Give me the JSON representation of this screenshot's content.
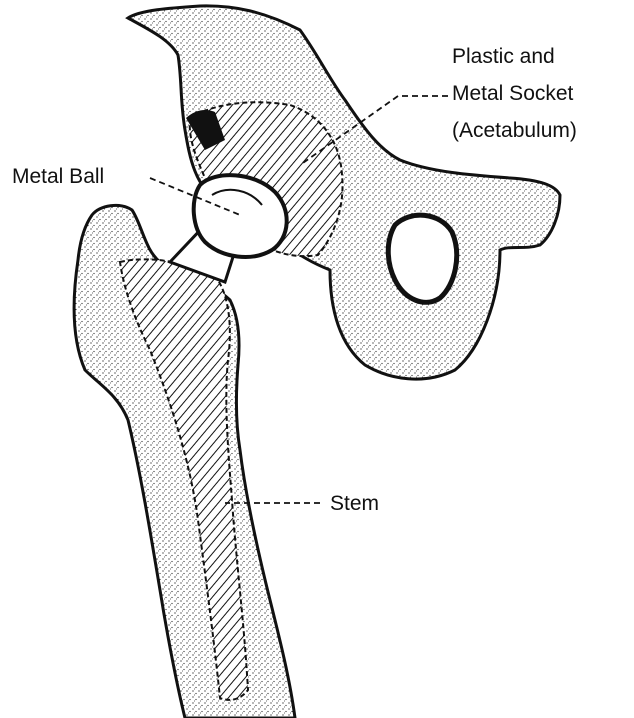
{
  "labels": {
    "socket_line1": "Plastic and",
    "socket_line2": "Metal Socket",
    "socket_line3": "(Acetabulum)",
    "ball": "Metal Ball",
    "stem": "Stem"
  },
  "colors": {
    "ink": "#111111",
    "background": "#ffffff"
  }
}
